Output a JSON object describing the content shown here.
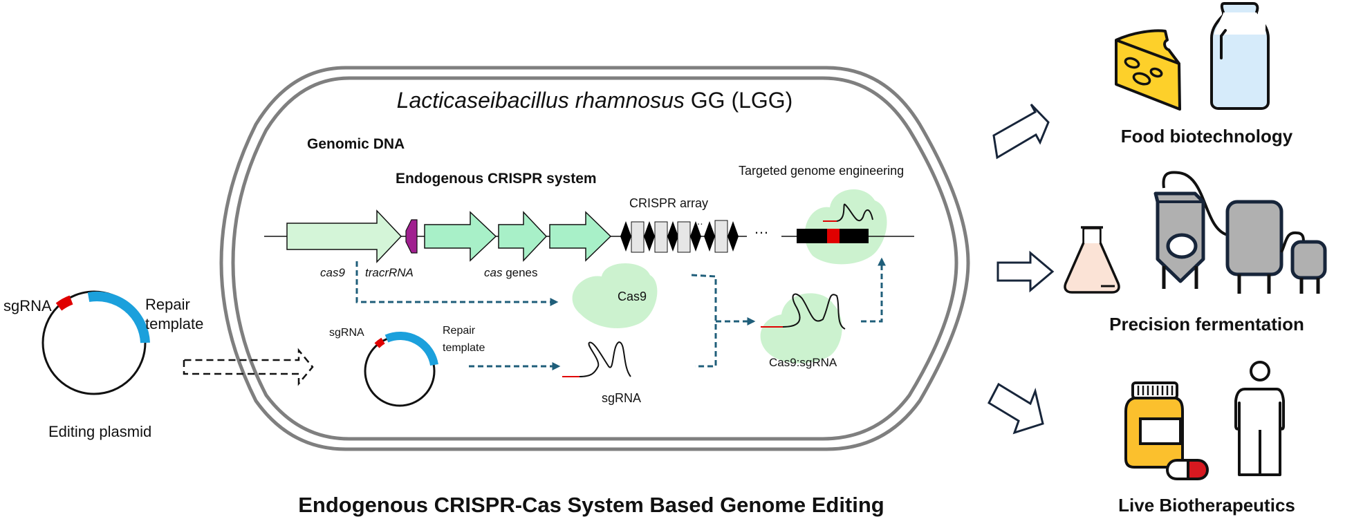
{
  "figure": {
    "main_title": "Endogenous CRISPR-Cas System Based Genome Editing",
    "cell": {
      "organism_italic": "Lacticaseibacillus rhamnosus",
      "organism_suffix": " GG (LGG)",
      "genomic_dna_label": "Genomic DNA",
      "crispr_system_label": "Endogenous CRISPR system",
      "crispr_array_label": "CRISPR array",
      "targeted_label": "Targeted genome engineering",
      "ellipsis": "…",
      "genes": {
        "cas9": "cas9",
        "tracrrna": "tracrRNA",
        "cas_genes_italic": "cas",
        "cas_genes_suffix": " genes"
      },
      "cas9_protein_label": "Cas9",
      "sgrna_label": "sgRNA",
      "complex_label": "Cas9:sgRNA",
      "inner_plasmid": {
        "sgrna_label": "sgRNA",
        "repair_line1": "Repair",
        "repair_line2": "template"
      }
    },
    "editing_plasmid": {
      "sgrna_label": "sgRNA",
      "repair_line1": "Repair",
      "repair_line2": "template",
      "caption": "Editing plasmid"
    },
    "applications": [
      {
        "label": "Food biotechnology",
        "icons": [
          "cheese-icon",
          "milk-bottle-icon"
        ]
      },
      {
        "label": "Precision fermentation",
        "icons": [
          "flask-icon",
          "bioreactor-icon"
        ]
      },
      {
        "label": "Live Biotherapeutics",
        "icons": [
          "pill-bottle-icon",
          "person-icon"
        ]
      }
    ],
    "colors": {
      "cas9_gene": "#d4f5d8",
      "cas_genes": "#a8f0c8",
      "tracrrna": "#a0208f",
      "protein": "#ccf2cf",
      "sgrna_red": "#e00000",
      "repair_blue": "#1ba0dc",
      "flow_arrow": "#1f5e7a",
      "cell_wall": "#7f7f7f",
      "cheese": "#fdd02a",
      "milk": "#d6ebfa",
      "flask_liquid": "#fbe3d6",
      "tank": "#b0b0b0",
      "pill_bottle": "#fbc02d",
      "capsule_red": "#d71920"
    }
  }
}
